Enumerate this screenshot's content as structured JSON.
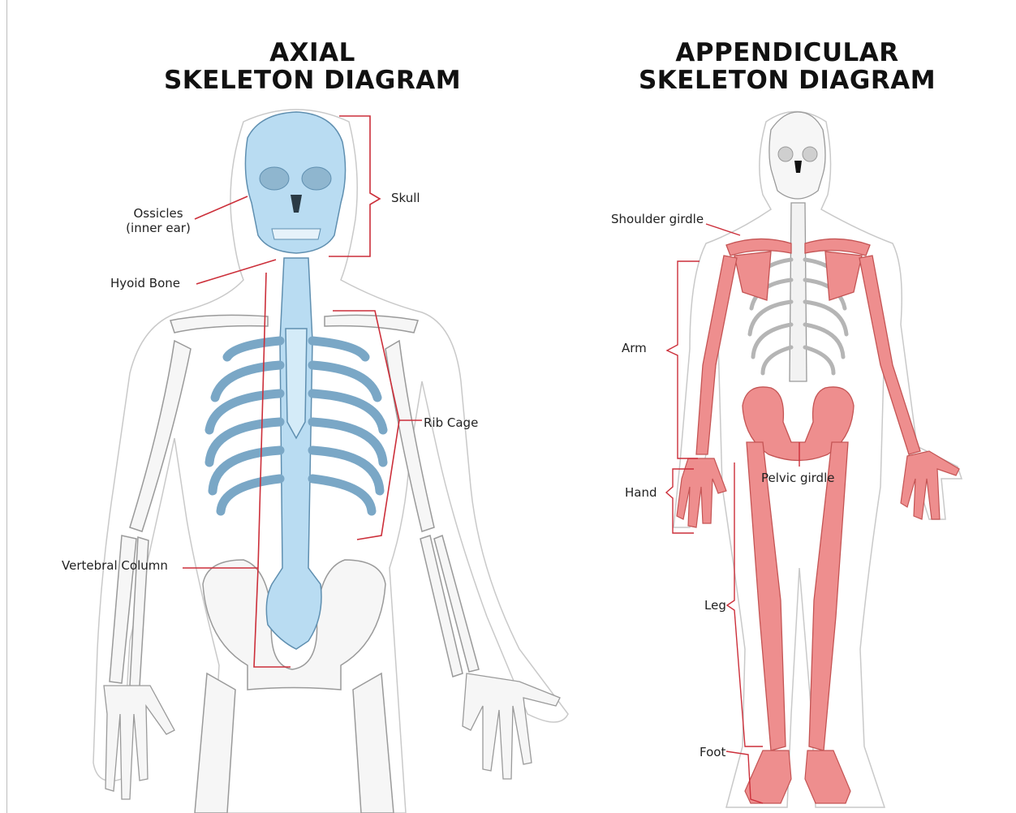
{
  "axial": {
    "title_line1": "AXIAL",
    "title_line2": "SKELETON DIAGRAM",
    "labels": {
      "ossicles_line1": "Ossicles",
      "ossicles_line2": "(inner ear)",
      "skull": "Skull",
      "hyoid": "Hyoid Bone",
      "rib_cage": "Rib Cage",
      "vertebral_column": "Vertebral Column"
    },
    "highlight_color": "#b9dcf2",
    "highlight_stroke": "#5f8fb0"
  },
  "appendicular": {
    "title_line1": "APPENDICULAR",
    "title_line2": "SKELETON DIAGRAM",
    "labels": {
      "shoulder_girdle": "Shoulder girdle",
      "arm": "Arm",
      "hand": "Hand",
      "pelvic_girdle": "Pelvic girdle",
      "leg": "Leg",
      "foot": "Foot"
    },
    "highlight_color": "#ee8e8e",
    "highlight_stroke": "#c45454"
  },
  "colors": {
    "leader_line": "#cc2f3a",
    "bone_outline": "#9a9a9a",
    "bone_fill": "#f6f6f6",
    "body_outline": "#c9c9c9"
  }
}
